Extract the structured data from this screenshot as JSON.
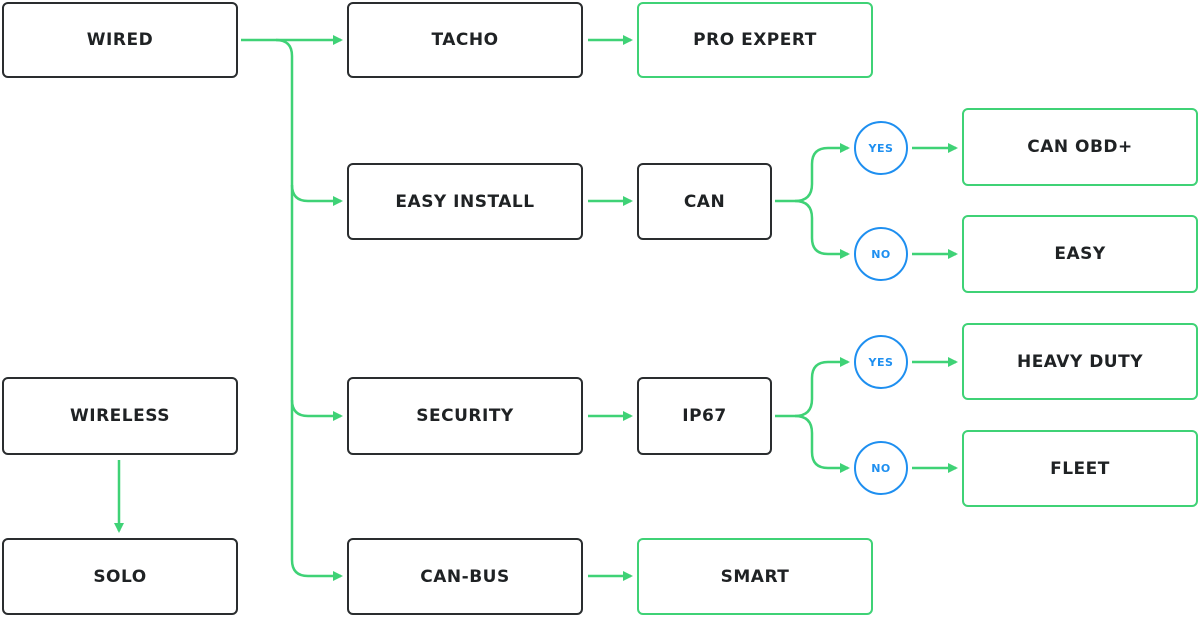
{
  "colors": {
    "connector": "#3fd276",
    "leaf_border": "#3fd276",
    "node_border": "#2a2d2f",
    "decision": "#1e8ff0",
    "text": "#1f2224"
  },
  "nodes": {
    "wired": "WIRED",
    "tacho": "TACHO",
    "pro_expert": "PRO EXPERT",
    "easy_install": "EASY INSTALL",
    "can": "CAN",
    "can_obd_plus": "CAN OBD+",
    "easy": "EASY",
    "security": "SECURITY",
    "ip67": "IP67",
    "heavy_duty": "HEAVY DUTY",
    "fleet": "FLEET",
    "wireless": "WIRELESS",
    "solo": "SOLO",
    "can_bus": "CAN-BUS",
    "smart": "SMART"
  },
  "decisions": {
    "can_yes": "YES",
    "can_no": "NO",
    "ip67_yes": "YES",
    "ip67_no": "NO"
  },
  "edges": [
    [
      "wired",
      "tacho"
    ],
    [
      "tacho",
      "pro_expert"
    ],
    [
      "wired",
      "easy_install"
    ],
    [
      "easy_install",
      "can"
    ],
    [
      "can",
      "can_yes"
    ],
    [
      "can_yes",
      "can_obd_plus"
    ],
    [
      "can",
      "can_no"
    ],
    [
      "can_no",
      "easy"
    ],
    [
      "wired",
      "security"
    ],
    [
      "security",
      "ip67"
    ],
    [
      "ip67",
      "ip67_yes"
    ],
    [
      "ip67_yes",
      "heavy_duty"
    ],
    [
      "ip67",
      "ip67_no"
    ],
    [
      "ip67_no",
      "fleet"
    ],
    [
      "wired",
      "can_bus"
    ],
    [
      "can_bus",
      "smart"
    ],
    [
      "wireless",
      "solo"
    ]
  ]
}
